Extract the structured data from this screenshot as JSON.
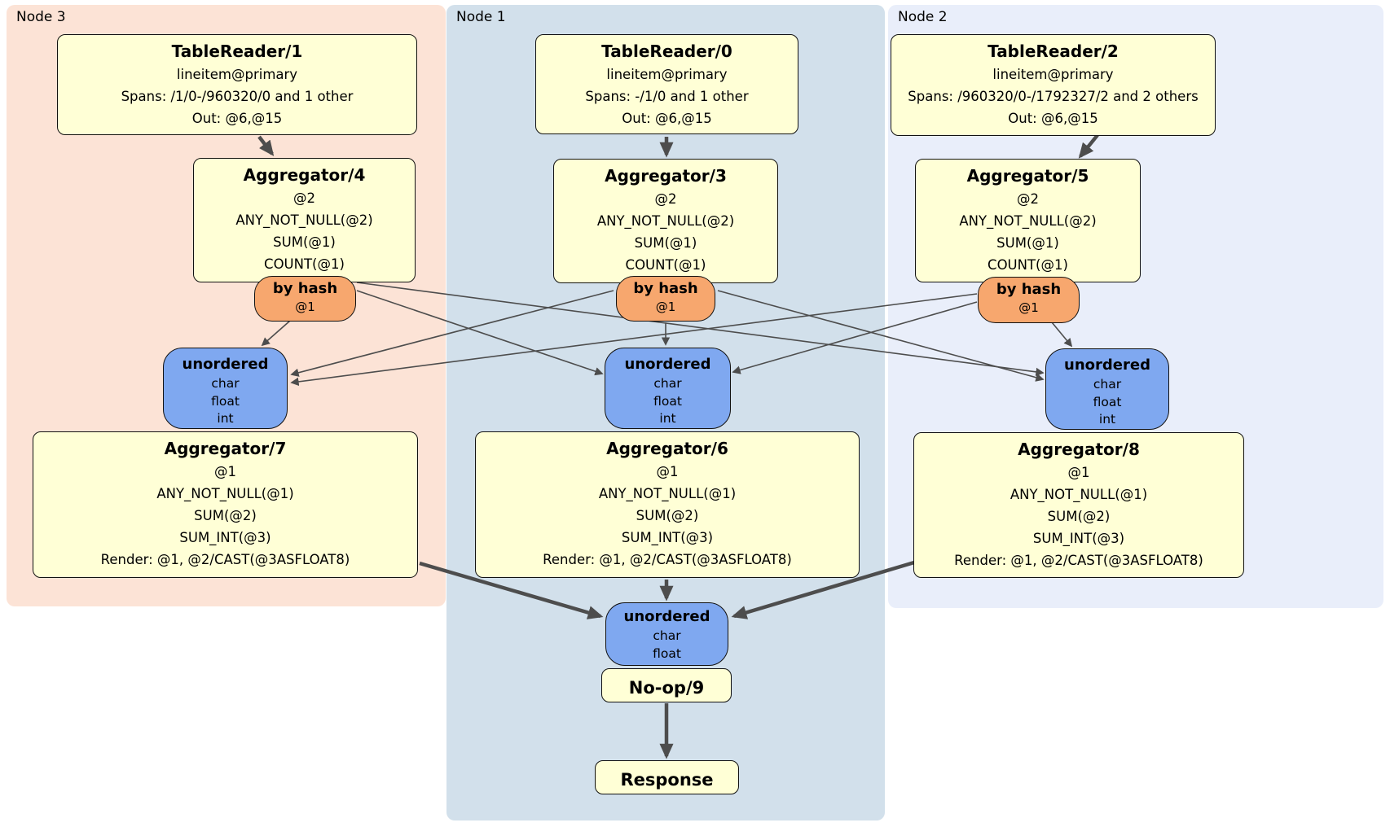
{
  "nodes": [
    {
      "label": "Node 3",
      "table_reader": {
        "title": "TableReader/1",
        "lines": [
          "lineitem@primary",
          "Spans: /1/0-/960320/0 and 1 other",
          "Out: @6,@15"
        ]
      },
      "aggregator_top": {
        "title": "Aggregator/4",
        "lines": [
          "@2",
          "ANY_NOT_NULL(@2)",
          "SUM(@1)",
          "COUNT(@1)"
        ]
      },
      "hash_router": {
        "title": "by hash",
        "detail": "@1"
      },
      "sync": {
        "title": "unordered",
        "lines": [
          "char",
          "float",
          "int"
        ]
      },
      "aggregator_bottom": {
        "title": "Aggregator/7",
        "lines": [
          "@1",
          "ANY_NOT_NULL(@1)",
          "SUM(@2)",
          "SUM_INT(@3)",
          "Render: @1, @2/CAST(@3ASFLOAT8)"
        ]
      }
    },
    {
      "label": "Node 1",
      "table_reader": {
        "title": "TableReader/0",
        "lines": [
          "lineitem@primary",
          "Spans: -/1/0 and 1 other",
          "Out: @6,@15"
        ]
      },
      "aggregator_top": {
        "title": "Aggregator/3",
        "lines": [
          "@2",
          "ANY_NOT_NULL(@2)",
          "SUM(@1)",
          "COUNT(@1)"
        ]
      },
      "hash_router": {
        "title": "by hash",
        "detail": "@1"
      },
      "sync": {
        "title": "unordered",
        "lines": [
          "char",
          "float",
          "int"
        ]
      },
      "aggregator_bottom": {
        "title": "Aggregator/6",
        "lines": [
          "@1",
          "ANY_NOT_NULL(@1)",
          "SUM(@2)",
          "SUM_INT(@3)",
          "Render: @1, @2/CAST(@3ASFLOAT8)"
        ]
      }
    },
    {
      "label": "Node 2",
      "table_reader": {
        "title": "TableReader/2",
        "lines": [
          "lineitem@primary",
          "Spans: /960320/0-/1792327/2 and 2 others",
          "Out: @6,@15"
        ]
      },
      "aggregator_top": {
        "title": "Aggregator/5",
        "lines": [
          "@2",
          "ANY_NOT_NULL(@2)",
          "SUM(@1)",
          "COUNT(@1)"
        ]
      },
      "hash_router": {
        "title": "by hash",
        "detail": "@1"
      },
      "sync": {
        "title": "unordered",
        "lines": [
          "char",
          "float",
          "int"
        ]
      },
      "aggregator_bottom": {
        "title": "Aggregator/8",
        "lines": [
          "@1",
          "ANY_NOT_NULL(@1)",
          "SUM(@2)",
          "SUM_INT(@3)",
          "Render: @1, @2/CAST(@3ASFLOAT8)"
        ]
      }
    }
  ],
  "final_stage": {
    "sync": {
      "title": "unordered",
      "lines": [
        "char",
        "float"
      ]
    },
    "noop": {
      "title": "No-op/9"
    },
    "response": {
      "title": "Response"
    }
  },
  "colors": {
    "node3_panel": "#fce3d6",
    "node1_panel": "#d2e0eb",
    "node2_panel": "#e9eefa",
    "processor_fill": "#ffffd6",
    "router_fill": "#f7a76e",
    "sync_fill": "#7fa8f0",
    "edge": "#4d4d4d"
  }
}
